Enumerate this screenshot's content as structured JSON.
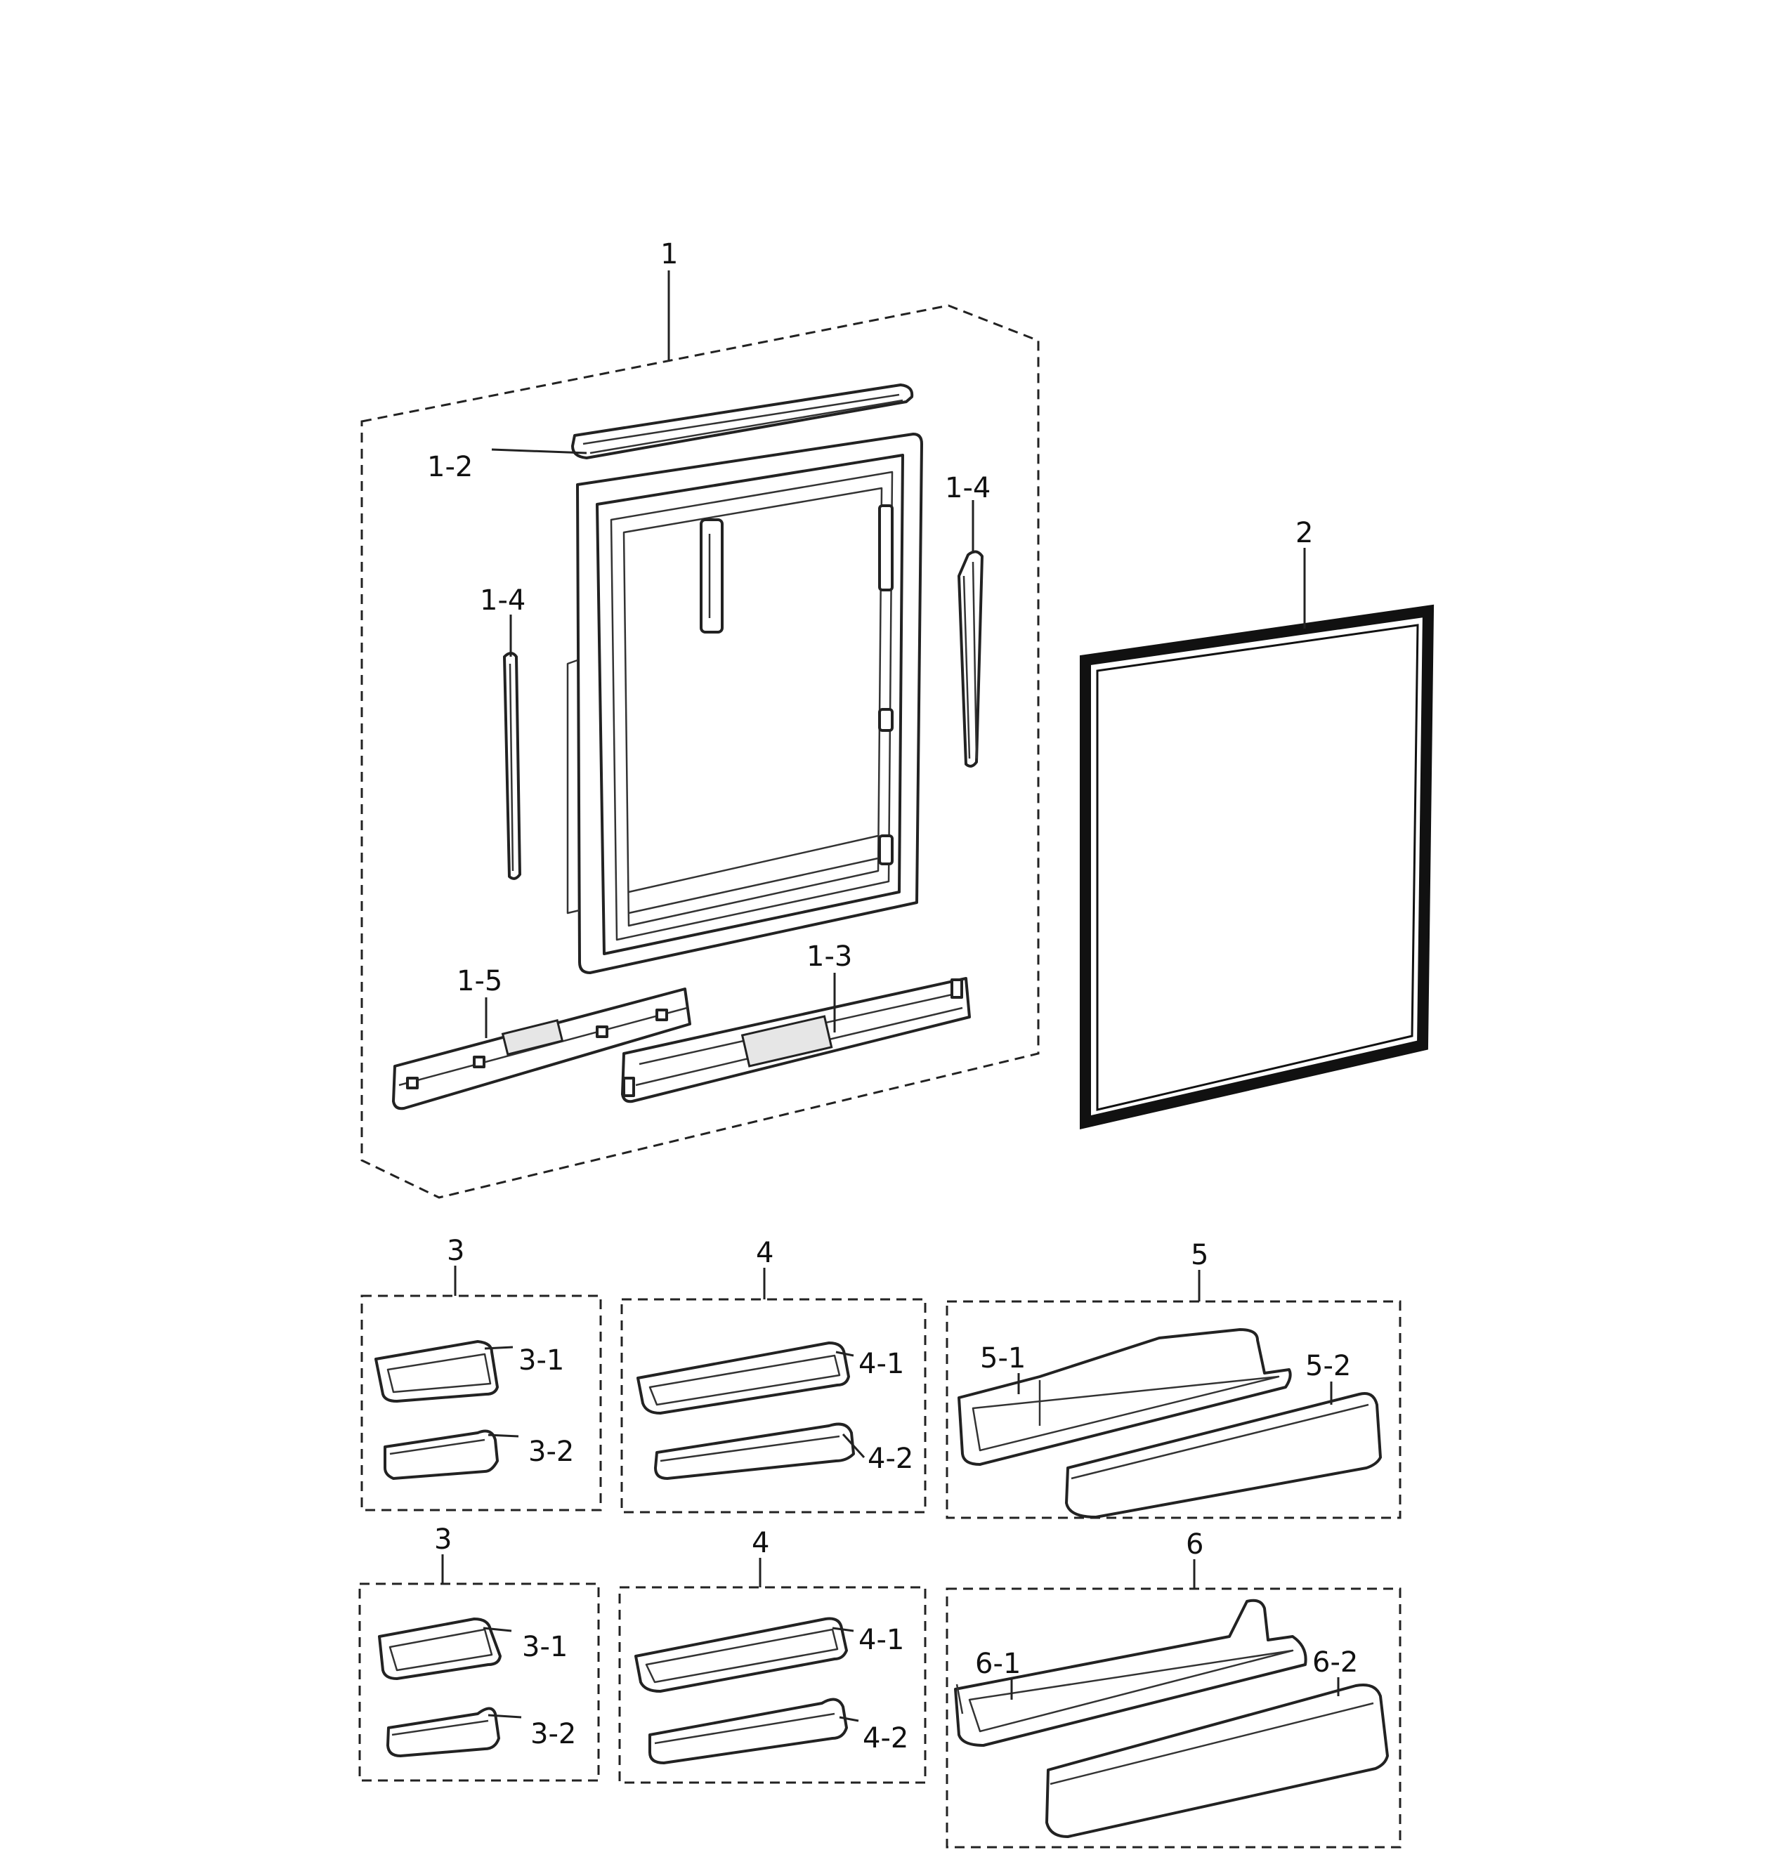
{
  "labels": {
    "door_assembly": "1",
    "door_cover_top": "1-2",
    "cap_left": "1-4",
    "cap_right": "1-4",
    "cover_bottom_left": "1-5",
    "cover_bottom_right": "1-3",
    "gasket": "2",
    "guard_3a": "3",
    "guard_3a_1": "3-1",
    "guard_3a_2": "3-2",
    "guard_4a": "4",
    "guard_4a_1": "4-1",
    "guard_4a_2": "4-2",
    "guard_5": "5",
    "guard_5_1": "5-1",
    "guard_5_2": "5-2",
    "guard_3b": "3",
    "guard_3b_1": "3-1",
    "guard_3b_2": "3-2",
    "guard_4b": "4",
    "guard_4b_1": "4-1",
    "guard_4b_2": "4-2",
    "guard_6": "6",
    "guard_6_1": "6-1",
    "guard_6_2": "6-2"
  }
}
